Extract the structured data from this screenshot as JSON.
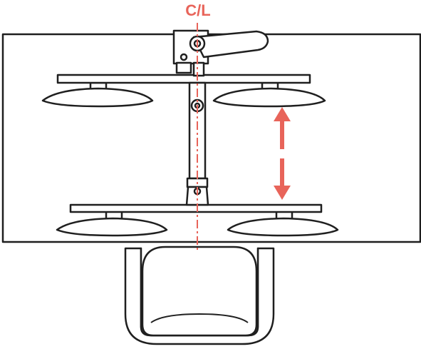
{
  "diagram": {
    "centerline_label": "C/L",
    "colors": {
      "line": "#1f1f1f",
      "centerline": "#e8645a",
      "arrow": "#e8645a",
      "background": "#ffffff"
    },
    "parts": [
      "desk-surface",
      "mount-clamp",
      "lever-handle",
      "upper-tray",
      "upper-monitor-left",
      "upper-monitor-right",
      "pole",
      "lower-tray",
      "lower-monitor-left",
      "lower-monitor-right",
      "chair",
      "height-adjust-arrow"
    ]
  }
}
